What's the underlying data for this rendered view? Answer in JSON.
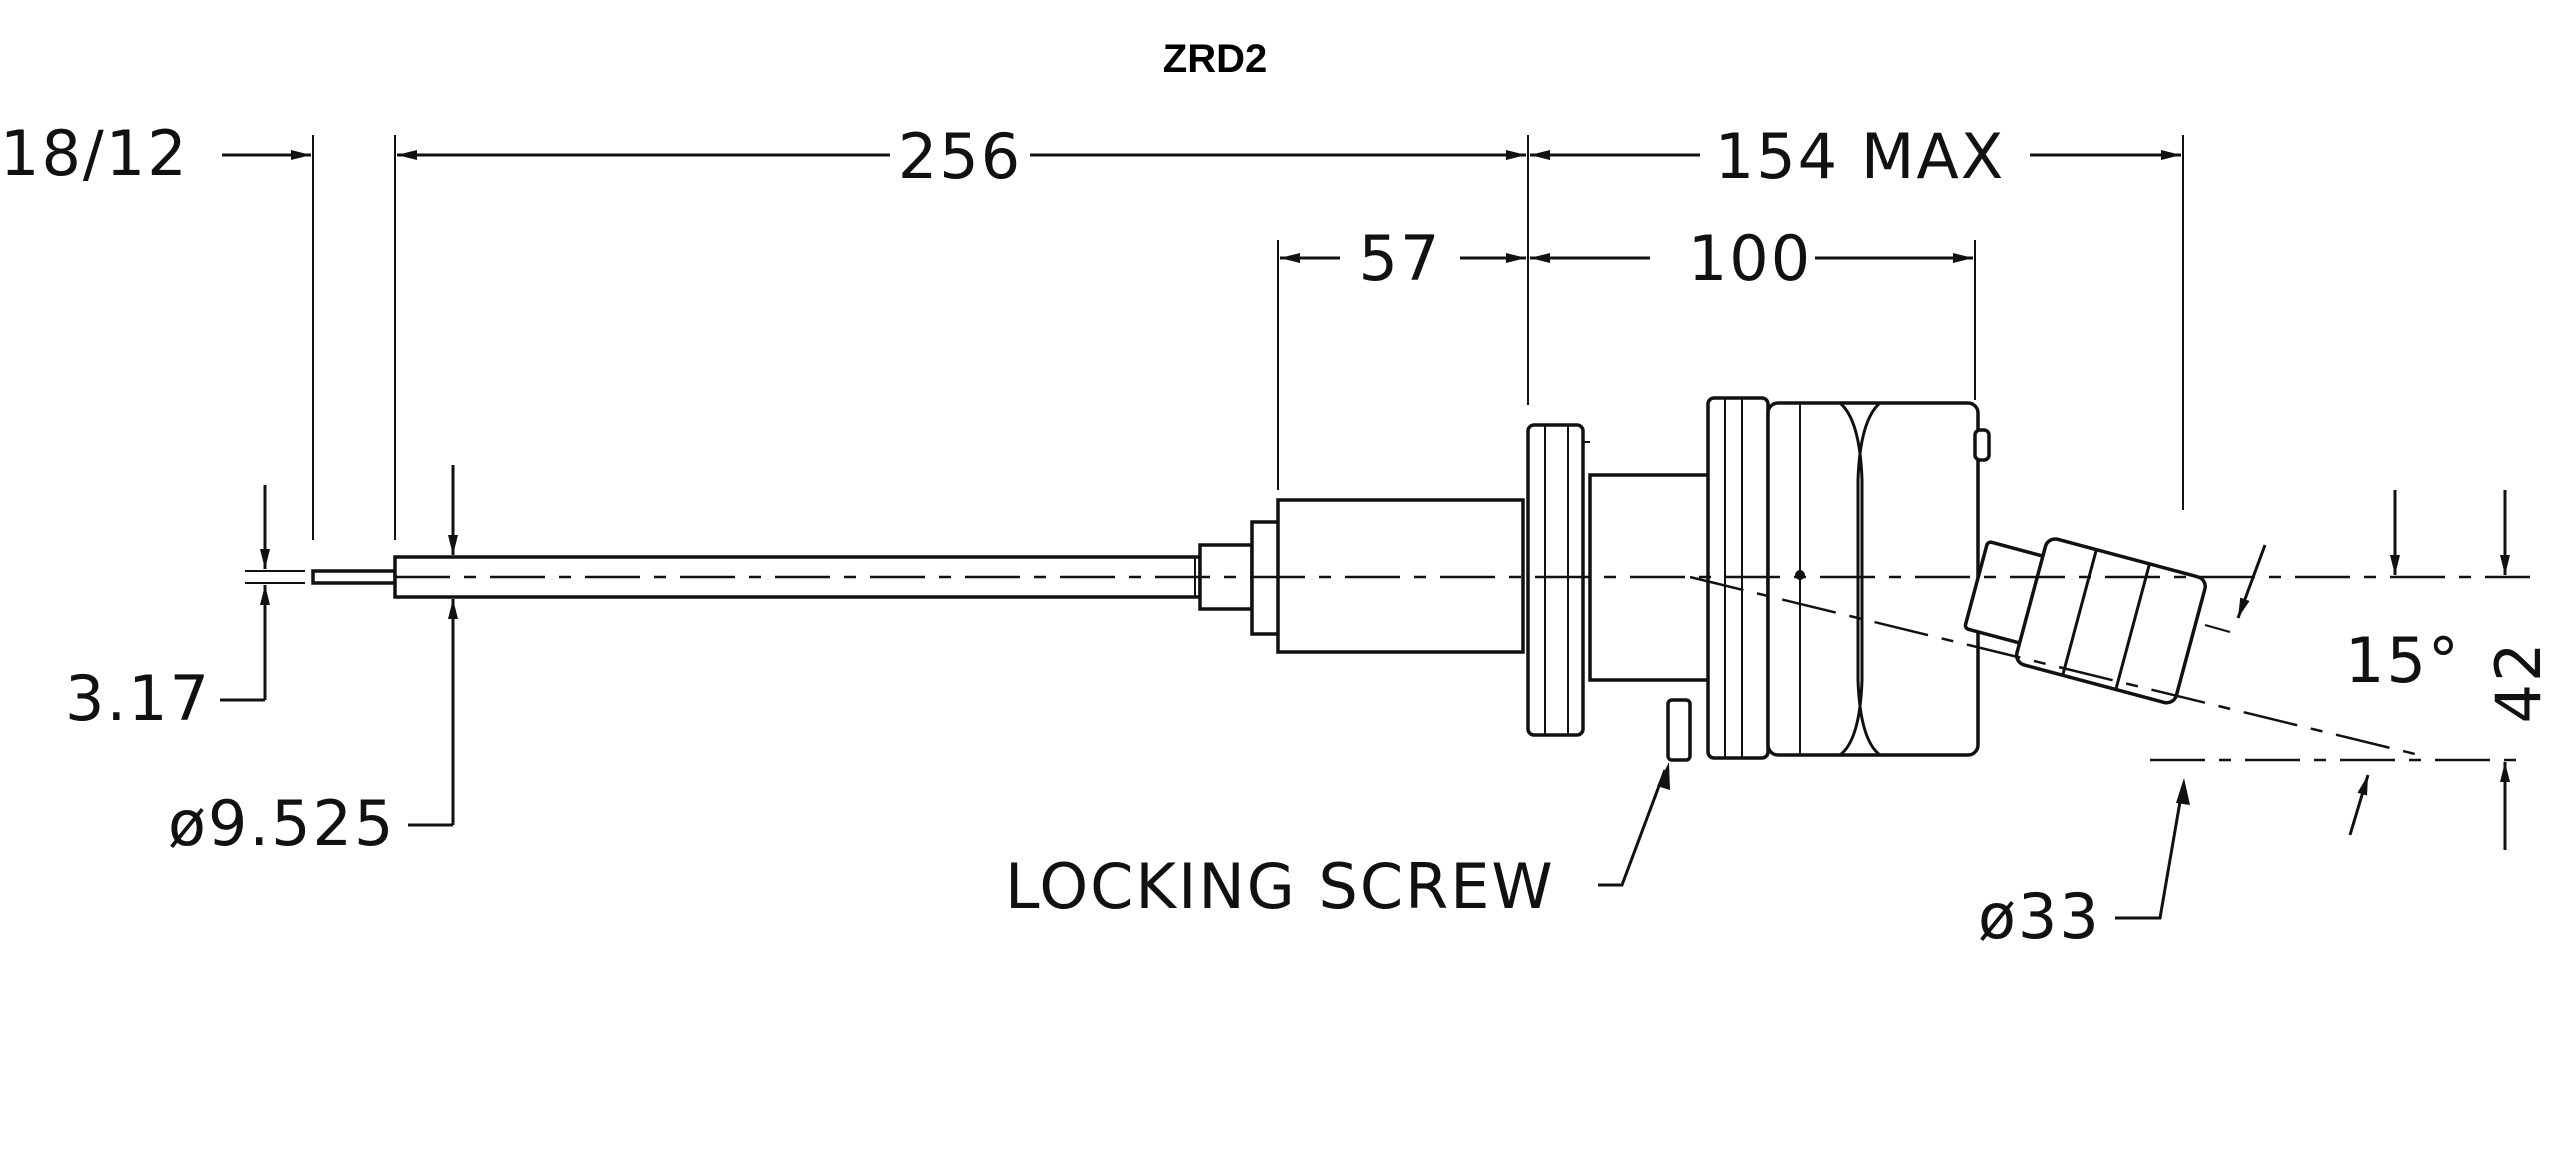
{
  "title": "ZRD2",
  "dimensions": {
    "tip_length": "18/12",
    "shaft_length": "256",
    "head_max_length": "154 MAX",
    "flange_offset": "57",
    "body_length": "100",
    "tip_diameter": "3.17",
    "shaft_diameter": "ø9.525",
    "angle": "15°",
    "offset": "42",
    "nozzle_diameter": "ø33"
  },
  "labels": {
    "locking_screw": "LOCKING SCREW"
  }
}
